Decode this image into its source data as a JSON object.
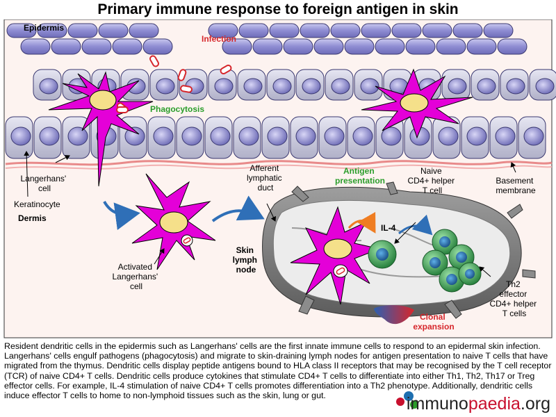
{
  "title": "Primary immune response to foreign antigen in skin",
  "labels": {
    "epidermis": "Epidermis",
    "infection": "Infection",
    "phagocytosis": "Phagocytosis",
    "langerhans_cell": [
      "Langerhans'",
      "cell"
    ],
    "keratinocyte": "Keratinocyte",
    "dermis": "Dermis",
    "afferent_duct": [
      "Afferent",
      "lymphatic",
      "duct"
    ],
    "antigen_presentation": [
      "Antigen",
      "presentation"
    ],
    "naive_t_cell": [
      "Naive",
      "CD4+ helper",
      "T cell"
    ],
    "basement_membrane": [
      "Basement",
      "membrane"
    ],
    "il4": "IL-4",
    "skin_lymph_node": [
      "Skin",
      "lymph",
      "node"
    ],
    "activated_langerhans": [
      "Activated",
      "Langerhans'",
      "cell"
    ],
    "th2_effector": [
      "Th2",
      "effector",
      "CD4+ helper",
      "T cells"
    ],
    "clonal_expansion": [
      "Clonal",
      "expansion"
    ]
  },
  "caption": "Resident dendritic cells in the epidermis such as Langerhans' cells are the first innate immune cells to respond to an epidermal skin infection. Langerhans' cells engulf pathogens (phagocytosis) and migrate to skin-draining lymph nodes for antigen presentation to naive T cells that have migrated from the thymus. Dendritic cells display peptide antigens bound to HLA class II receptors that may be recognised by the T cell receptor (TCR) of naive CD4+ T cells. Dendritic cells produce cytokines that stimulate CD4+ T cells to differentiate into either Th1, Th2, Th17 or Treg effector cells. For example, IL-4 stimulation of naive CD4+ T cells promotes differentiation into a Th2 phenotype. Additionally, dendritic cells induce effector T cells to home to non-lymphoid tissues such as the skin, lung or gut.",
  "logo": {
    "part1": "immuno",
    "part2": "paedia",
    "part3": ".org"
  },
  "colors": {
    "dendritic": "#e400d8",
    "nucleus": "#f5e08a",
    "keratinocyte": "#9a98d8",
    "tcell": "#2e9a4a",
    "tcell_nucleus": "#1e6fb0",
    "label_red": "#d6262b",
    "label_green": "#2a9d2a",
    "arrow_blue": "#2f6fb7",
    "arrow_orange": "#ef7d22"
  }
}
